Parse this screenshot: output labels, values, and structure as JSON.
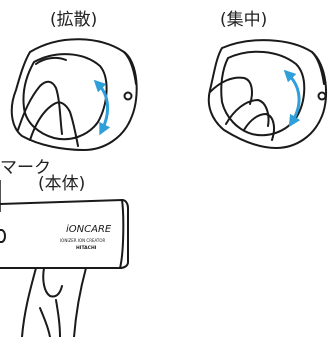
{
  "labels": {
    "diffuse": "(拡散)",
    "concentrate": "(集中)",
    "mark": "マーク",
    "body": "(本体)"
  },
  "dryer": {
    "brand_logo": "iONCARE",
    "logo_subline": "IONIZER   ION CREATOR",
    "maker": "HITACHI"
  },
  "colors": {
    "line": "#1a1a1a",
    "arrow": "#2e9fd8",
    "background": "#ffffff"
  }
}
